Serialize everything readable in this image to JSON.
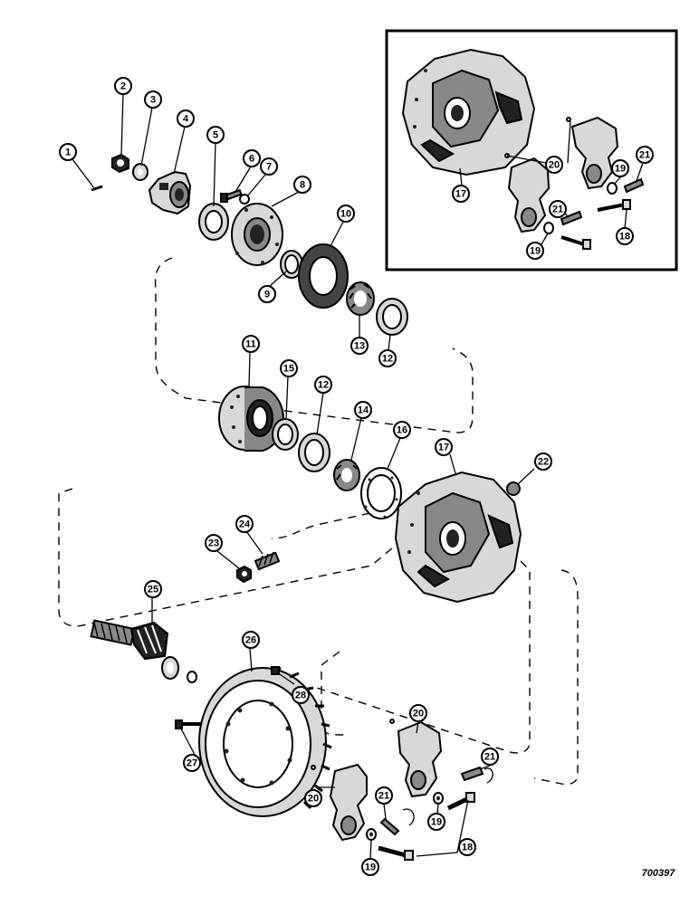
{
  "diagram": {
    "reference_number": "700397",
    "callouts": [
      {
        "id": "c1",
        "label": "1"
      },
      {
        "id": "c2",
        "label": "2"
      },
      {
        "id": "c3",
        "label": "3"
      },
      {
        "id": "c4",
        "label": "4"
      },
      {
        "id": "c5",
        "label": "5"
      },
      {
        "id": "c6",
        "label": "6"
      },
      {
        "id": "c7",
        "label": "7"
      },
      {
        "id": "c8",
        "label": "8"
      },
      {
        "id": "c9",
        "label": "9"
      },
      {
        "id": "c10",
        "label": "10"
      },
      {
        "id": "c11",
        "label": "11"
      },
      {
        "id": "c12a",
        "label": "12"
      },
      {
        "id": "c12b",
        "label": "12"
      },
      {
        "id": "c13",
        "label": "13"
      },
      {
        "id": "c14",
        "label": "14"
      },
      {
        "id": "c15",
        "label": "15"
      },
      {
        "id": "c16",
        "label": "16"
      },
      {
        "id": "c17a",
        "label": "17"
      },
      {
        "id": "c17b",
        "label": "17"
      },
      {
        "id": "c18a",
        "label": "18"
      },
      {
        "id": "c18b",
        "label": "18"
      },
      {
        "id": "c19a",
        "label": "19"
      },
      {
        "id": "c19b",
        "label": "19"
      },
      {
        "id": "c19c",
        "label": "19"
      },
      {
        "id": "c19d",
        "label": "19"
      },
      {
        "id": "c20a",
        "label": "20"
      },
      {
        "id": "c20b",
        "label": "20"
      },
      {
        "id": "c20c",
        "label": "20"
      },
      {
        "id": "c21a",
        "label": "21"
      },
      {
        "id": "c21b",
        "label": "21"
      },
      {
        "id": "c21c",
        "label": "21"
      },
      {
        "id": "c21d",
        "label": "21"
      },
      {
        "id": "c22",
        "label": "22"
      },
      {
        "id": "c23",
        "label": "23"
      },
      {
        "id": "c24",
        "label": "24"
      },
      {
        "id": "c25",
        "label": "25"
      },
      {
        "id": "c26",
        "label": "26"
      },
      {
        "id": "c27",
        "label": "27"
      },
      {
        "id": "c28",
        "label": "28"
      }
    ]
  }
}
